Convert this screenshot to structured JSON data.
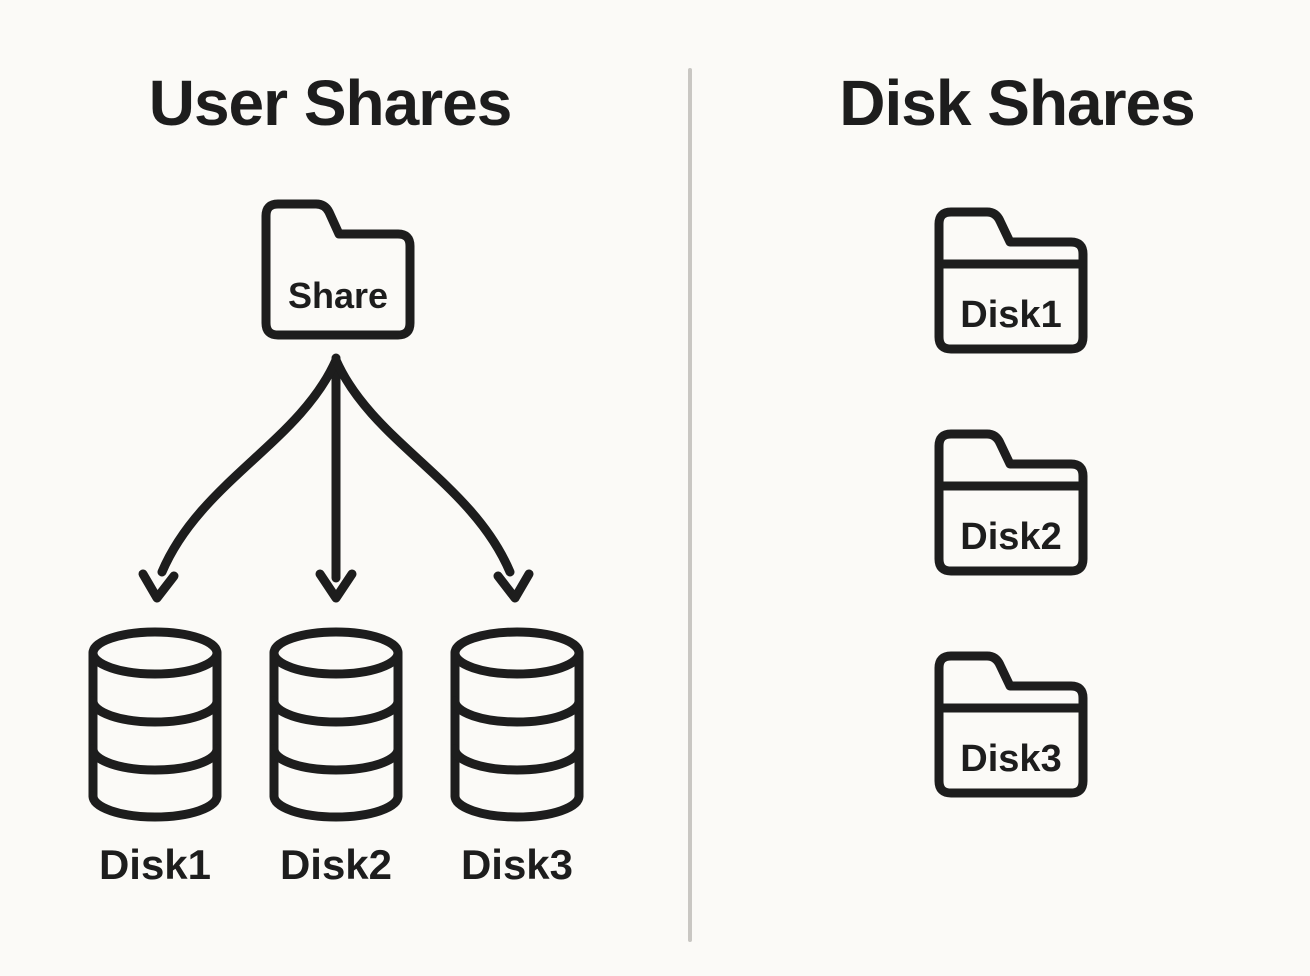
{
  "colors": {
    "ink": "#1d1d1d",
    "divider": "#c9c7c3",
    "background": "#fbfaf7"
  },
  "left_panel": {
    "title": "User Shares",
    "share_folder": {
      "label": "Share"
    },
    "disks": [
      {
        "label": "Disk1"
      },
      {
        "label": "Disk2"
      },
      {
        "label": "Disk3"
      }
    ]
  },
  "right_panel": {
    "title": "Disk Shares",
    "folders": [
      {
        "label": "Disk1"
      },
      {
        "label": "Disk2"
      },
      {
        "label": "Disk3"
      }
    ]
  },
  "icons": {
    "share_folder": "folder-icon",
    "disk": "database-cylinder-icon",
    "arrows": "branching-arrows-icon"
  }
}
